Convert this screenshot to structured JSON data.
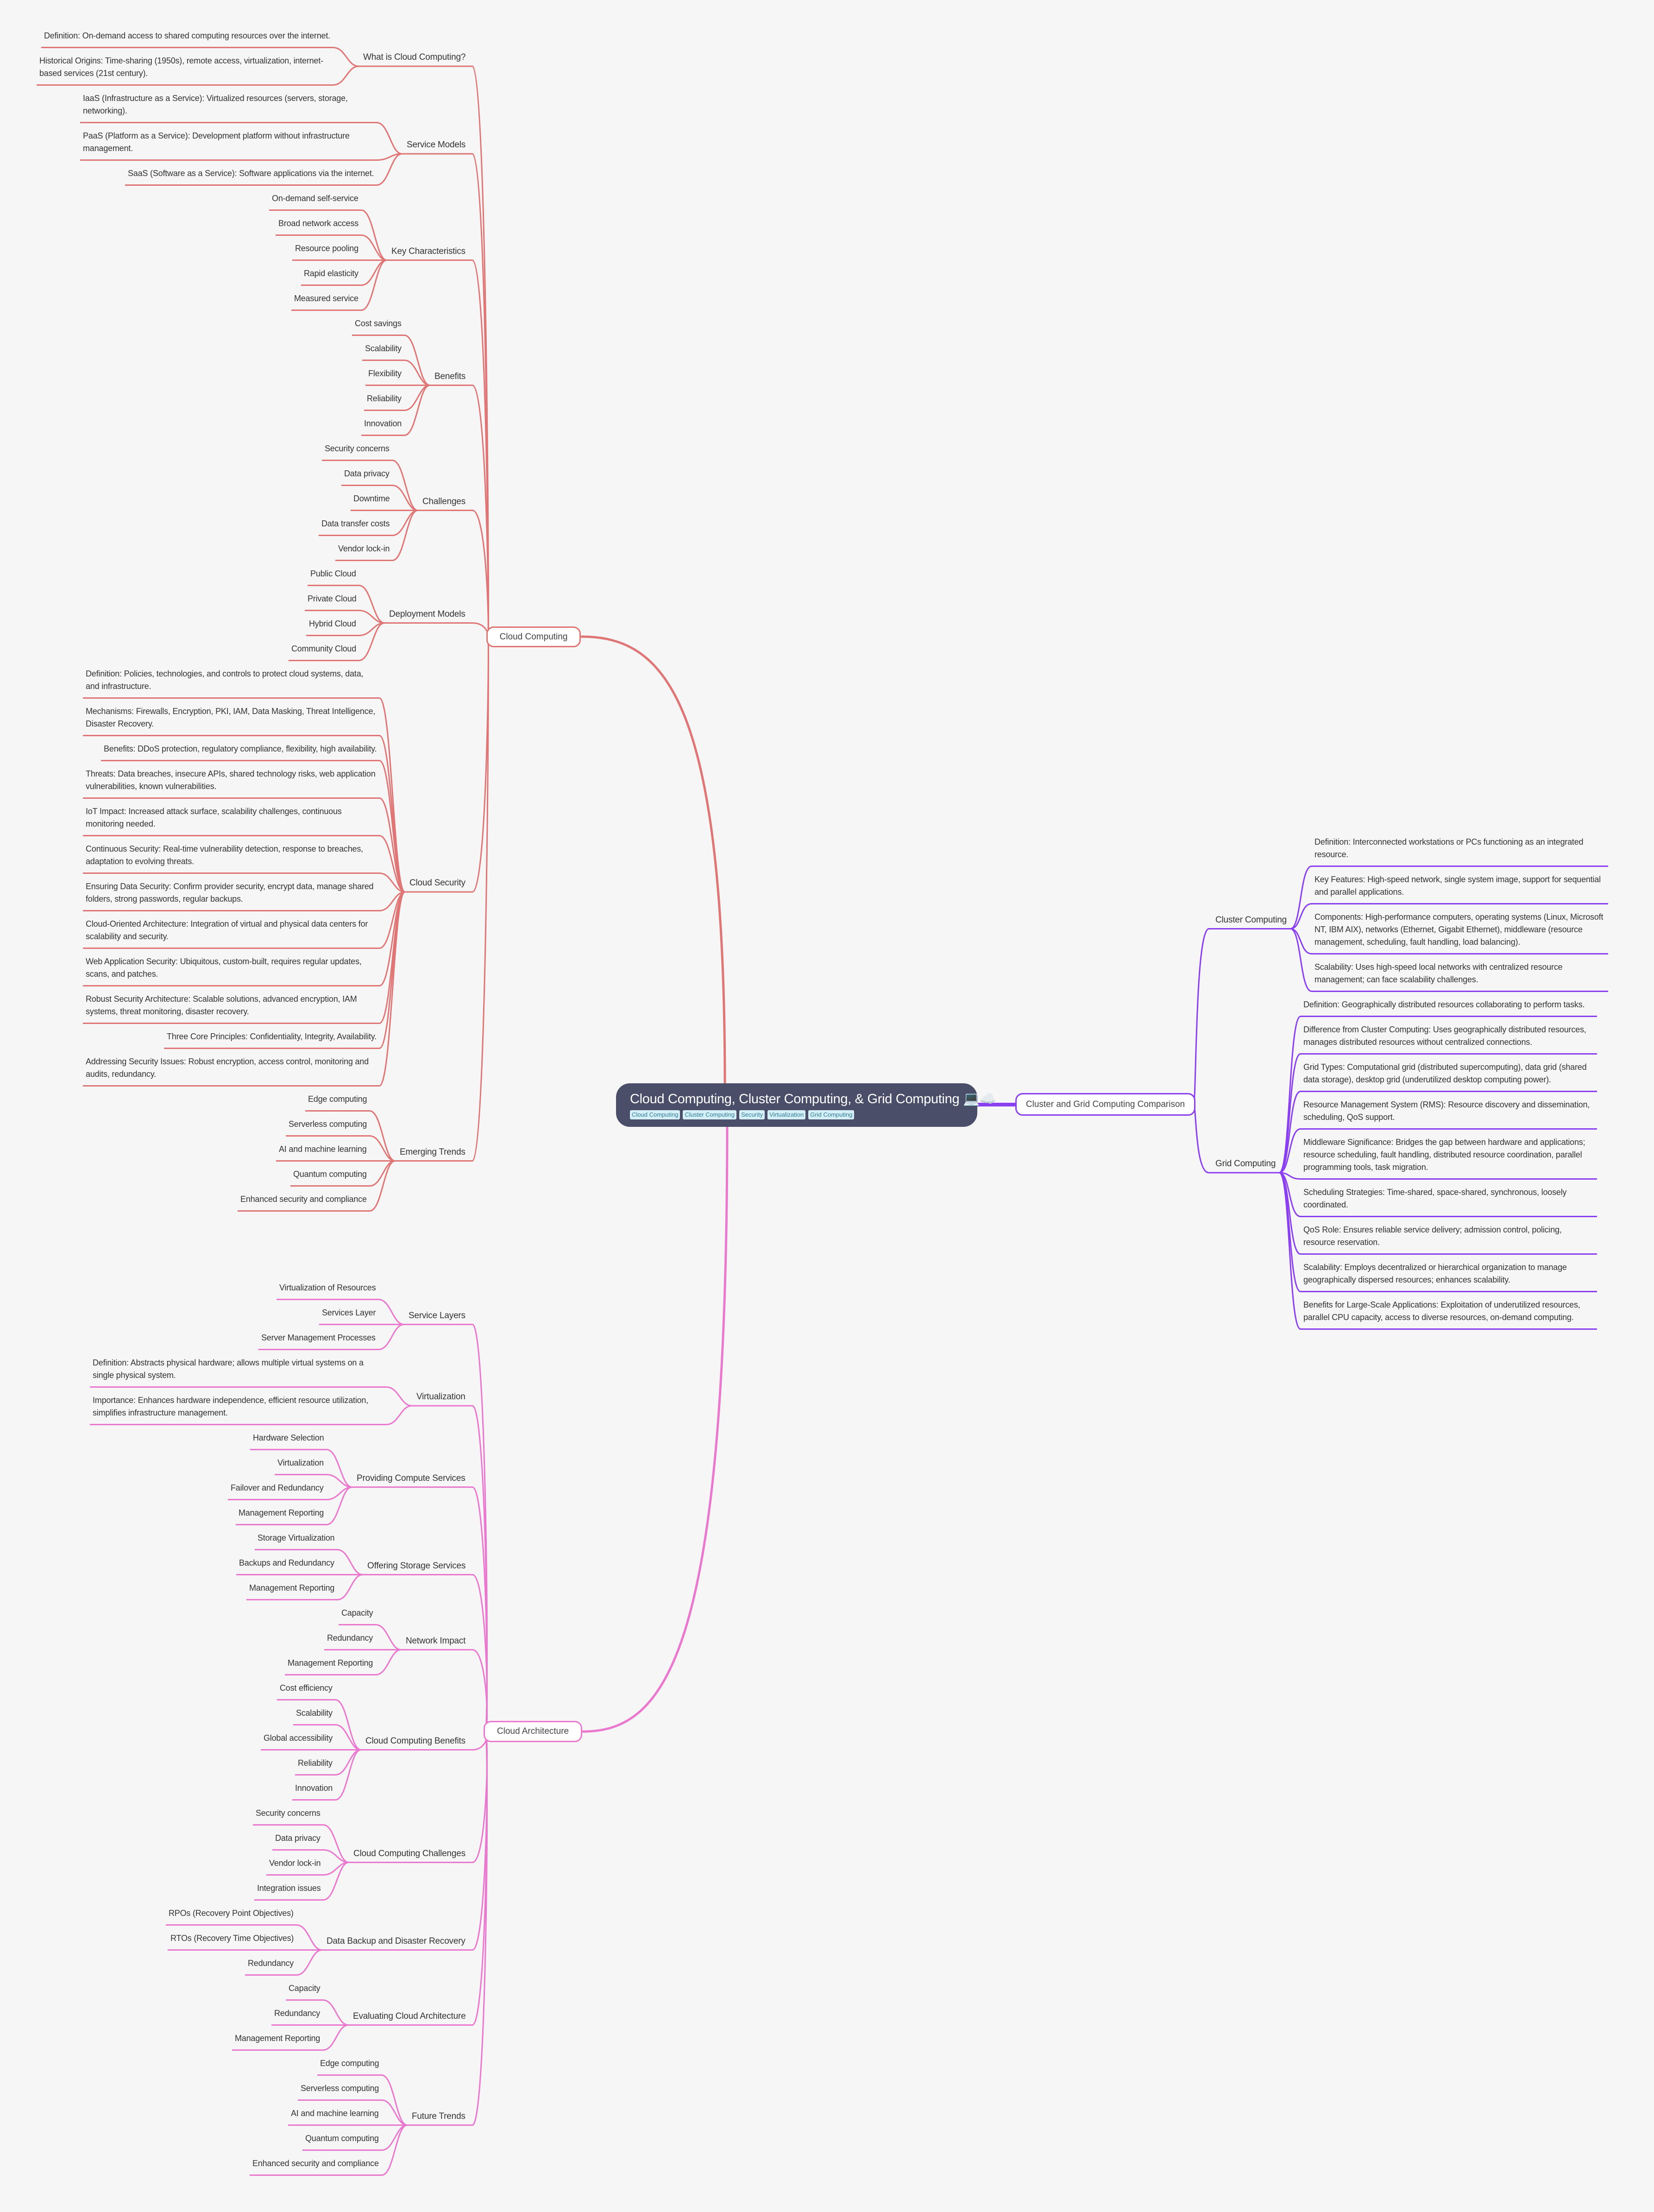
{
  "colors": {
    "cloud_computing": "#e07575",
    "cloud_architecture": "#ea78cf",
    "comparison": "#8a3ff0",
    "central_bg": "#4b4e69",
    "tag_bg": "#d4eff7"
  },
  "central": {
    "title": "Cloud Computing, Cluster Computing, & Grid Computing 💻☁️",
    "tags": [
      "Cloud Computing",
      "Cluster Computing",
      "Security",
      "Virtualization",
      "Grid Computing"
    ]
  },
  "branches": [
    {
      "label": "Cloud Computing",
      "groups": [
        {
          "label": "What is Cloud Computing?",
          "items": [
            "Definition: On-demand access to shared computing resources over the internet.",
            "Historical Origins: Time-sharing (1950s), remote access, virtualization, internet-based services (21st century)."
          ]
        },
        {
          "label": "Service Models",
          "items": [
            "IaaS (Infrastructure as a Service): Virtualized resources (servers, storage, networking).",
            "PaaS (Platform as a Service): Development platform without infrastructure management.",
            "SaaS (Software as a Service): Software applications via the internet."
          ]
        },
        {
          "label": "Key Characteristics",
          "items": [
            "On-demand self-service",
            "Broad network access",
            "Resource pooling",
            "Rapid elasticity",
            "Measured service"
          ]
        },
        {
          "label": "Benefits",
          "items": [
            "Cost savings",
            "Scalability",
            "Flexibility",
            "Reliability",
            "Innovation"
          ]
        },
        {
          "label": "Challenges",
          "items": [
            "Security concerns",
            "Data privacy",
            "Downtime",
            "Data transfer costs",
            "Vendor lock-in"
          ]
        },
        {
          "label": "Deployment Models",
          "items": [
            "Public Cloud",
            "Private Cloud",
            "Hybrid Cloud",
            "Community Cloud"
          ]
        },
        {
          "label": "Cloud Security",
          "items": [
            "Definition: Policies, technologies, and controls to protect cloud systems, data, and infrastructure.",
            "Mechanisms: Firewalls, Encryption, PKI, IAM, Data Masking, Threat Intelligence, Disaster Recovery.",
            "Benefits: DDoS protection, regulatory compliance, flexibility, high availability.",
            "Threats: Data breaches, insecure APIs, shared technology risks, web application vulnerabilities, known vulnerabilities.",
            "IoT Impact: Increased attack surface, scalability challenges, continuous monitoring needed.",
            "Continuous Security: Real-time vulnerability detection, response to breaches, adaptation to evolving threats.",
            "Ensuring Data Security: Confirm provider security, encrypt data, manage shared folders, strong passwords, regular backups.",
            "Cloud-Oriented Architecture: Integration of virtual and physical data centers for scalability and security.",
            "Web Application Security: Ubiquitous, custom-built, requires regular updates, scans, and patches.",
            "Robust Security Architecture: Scalable solutions, advanced encryption, IAM systems, threat monitoring, disaster recovery.",
            "Three Core Principles: Confidentiality, Integrity, Availability.",
            "Addressing Security Issues: Robust encryption, access control, monitoring and audits, redundancy."
          ]
        },
        {
          "label": "Emerging Trends",
          "items": [
            "Edge computing",
            "Serverless computing",
            "AI and machine learning",
            "Quantum computing",
            "Enhanced security and compliance"
          ]
        }
      ]
    },
    {
      "label": "Cloud Architecture",
      "groups": [
        {
          "label": "Service Layers",
          "items": [
            "Virtualization of Resources",
            "Services Layer",
            "Server Management Processes"
          ]
        },
        {
          "label": "Virtualization",
          "items": [
            "Definition: Abstracts physical hardware; allows multiple virtual systems on a single physical system.",
            "Importance: Enhances hardware independence, efficient resource utilization, simplifies infrastructure management."
          ]
        },
        {
          "label": "Providing Compute Services",
          "items": [
            "Hardware Selection",
            "Virtualization",
            "Failover and Redundancy",
            "Management Reporting"
          ]
        },
        {
          "label": "Offering Storage Services",
          "items": [
            "Storage Virtualization",
            "Backups and Redundancy",
            "Management Reporting"
          ]
        },
        {
          "label": "Network Impact",
          "items": [
            "Capacity",
            "Redundancy",
            "Management Reporting"
          ]
        },
        {
          "label": "Cloud Computing Benefits",
          "items": [
            "Cost efficiency",
            "Scalability",
            "Global accessibility",
            "Reliability",
            "Innovation"
          ]
        },
        {
          "label": "Cloud Computing Challenges",
          "items": [
            "Security concerns",
            "Data privacy",
            "Vendor lock-in",
            "Integration issues"
          ]
        },
        {
          "label": "Data Backup and Disaster Recovery",
          "items": [
            "RPOs (Recovery Point Objectives)",
            "RTOs (Recovery Time Objectives)",
            "Redundancy"
          ]
        },
        {
          "label": "Evaluating Cloud Architecture",
          "items": [
            "Capacity",
            "Redundancy",
            "Management Reporting"
          ]
        },
        {
          "label": "Future Trends",
          "items": [
            "Edge computing",
            "Serverless computing",
            "AI and machine learning",
            "Quantum computing",
            "Enhanced security and compliance"
          ]
        }
      ]
    },
    {
      "label": "Cluster and Grid Computing Comparison",
      "groups": [
        {
          "label": "Cluster Computing",
          "items": [
            "Definition: Interconnected workstations or PCs functioning as an integrated resource.",
            "Key Features: High-speed network, single system image, support for sequential and parallel applications.",
            "Components: High-performance computers, operating systems (Linux, Microsoft NT, IBM AIX), networks (Ethernet, Gigabit Ethernet), middleware (resource management, scheduling, fault handling, load balancing).",
            "Scalability: Uses high-speed local networks with centralized resource management; can face scalability challenges."
          ]
        },
        {
          "label": "Grid Computing",
          "items": [
            "Definition: Geographically distributed resources collaborating to perform tasks.",
            "Difference from Cluster Computing: Uses geographically distributed resources, manages distributed resources without centralized connections.",
            "Grid Types: Computational grid (distributed supercomputing), data grid (shared data storage), desktop grid (underutilized desktop computing power).",
            "Resource Management System (RMS): Resource discovery and dissemination, scheduling, QoS support.",
            "Middleware Significance: Bridges the gap between hardware and applications; resource scheduling, fault handling, distributed resource coordination, parallel programming tools, task migration.",
            "Scheduling Strategies: Time-shared, space-shared, synchronous, loosely coordinated.",
            "QoS Role: Ensures reliable service delivery; admission control, policing, resource reservation.",
            "Scalability: Employs decentralized or hierarchical organization to manage geographically dispersed resources; enhances scalability.",
            "Benefits for Large-Scale Applications: Exploitation of underutilized resources, parallel CPU capacity, access to diverse resources, on-demand computing."
          ]
        }
      ]
    }
  ]
}
